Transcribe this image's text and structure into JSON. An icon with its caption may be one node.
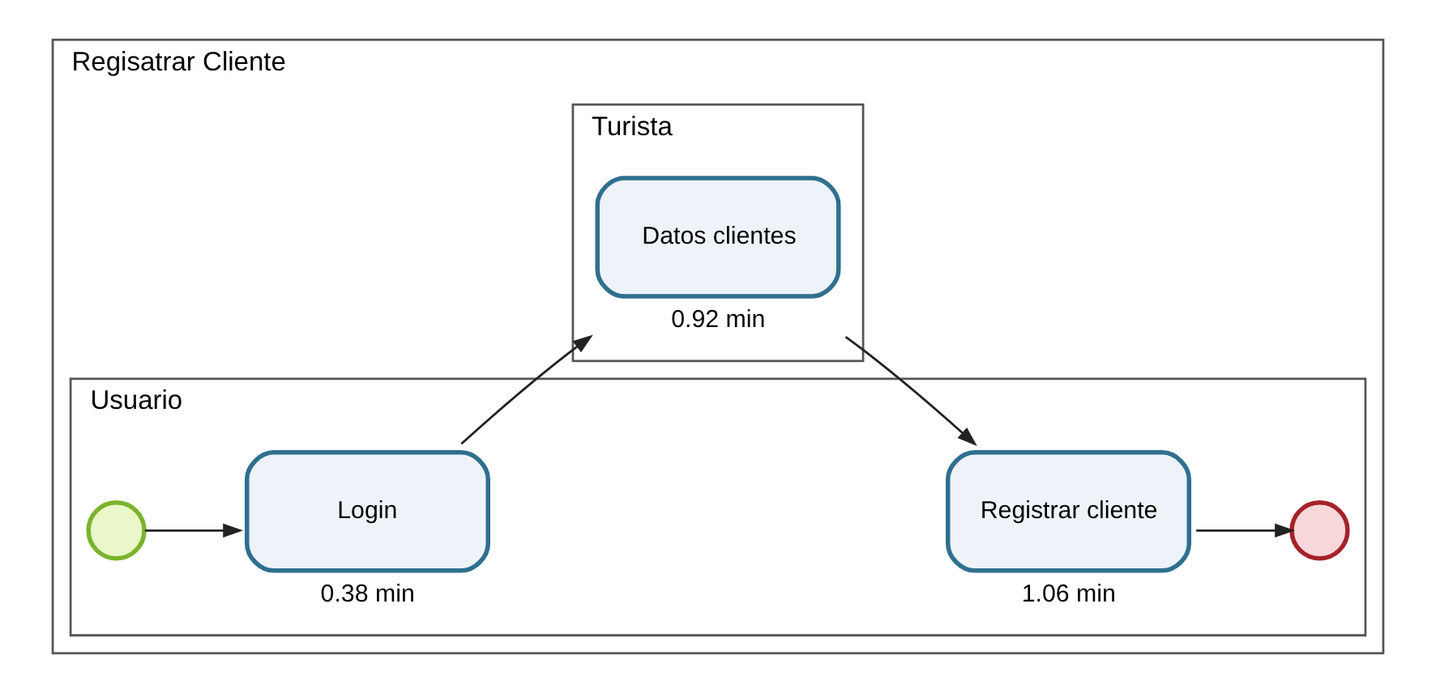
{
  "diagram": {
    "nodes": [
      {
        "text": [
          "Regisatrar Cliente"
        ]
      },
      {
        "text": [
          "Turista"
        ],
        "in": 0
      },
      {
        "text": [
          "Datos clientes"
        ],
        "in": 1,
        "beside": [
          "0.92 min"
        ]
      },
      {
        "text": [
          "Usuario"
        ],
        "in": 0
      },
      {
        "text": [],
        "shape": "circle",
        "in": 3
      },
      {
        "text": [
          "Login"
        ],
        "in": 3,
        "beside": [
          "0.38 min"
        ]
      },
      {
        "text": [
          "Registrar cliente"
        ],
        "in": 3,
        "beside": [
          "1.06 min"
        ]
      },
      {
        "text": [],
        "shape": "circle",
        "in": 3
      }
    ],
    "edges": [
      {
        "from": 4,
        "to": 5,
        "arrow": "to"
      },
      {
        "from": 5,
        "to": 2,
        "arrow": "to"
      },
      {
        "from": 2,
        "to": 6,
        "arrow": "to"
      },
      {
        "from": 6,
        "to": 7,
        "arrow": "to"
      }
    ]
  }
}
